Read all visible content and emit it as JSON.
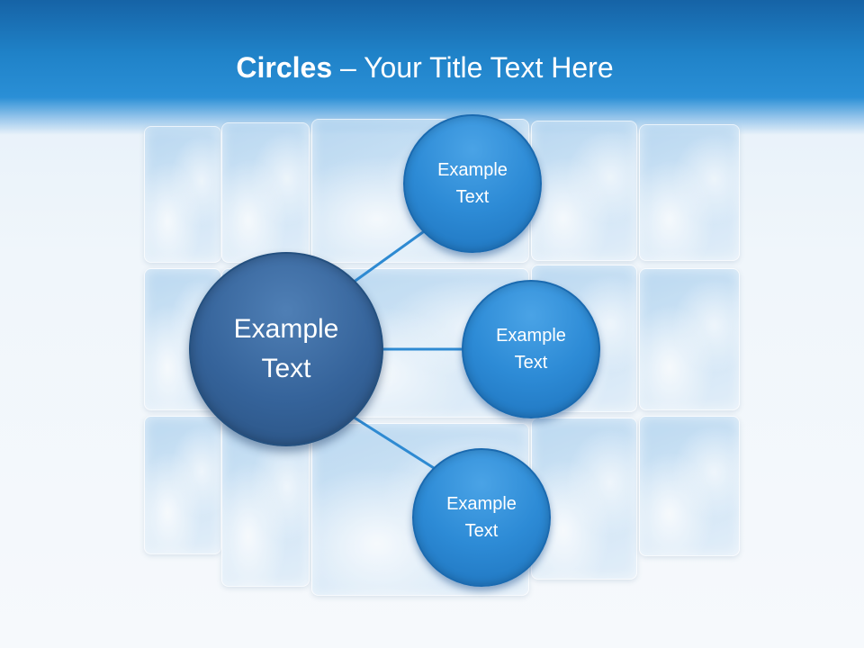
{
  "slide": {
    "title_bold": "Circles",
    "title_rest": " – Your Title Text Here"
  },
  "diagram": {
    "center": {
      "line1": "Example",
      "line2": "Text"
    },
    "satellites": [
      {
        "line1": "Example",
        "line2": "Text"
      },
      {
        "line1": "Example",
        "line2": "Text"
      },
      {
        "line1": "Example",
        "line2": "Text"
      }
    ]
  },
  "colors": {
    "header": "#1f82c8",
    "center_circle": "#35639a",
    "satellite_circle": "#2d8bd6",
    "connector": "#2e8ad2"
  }
}
